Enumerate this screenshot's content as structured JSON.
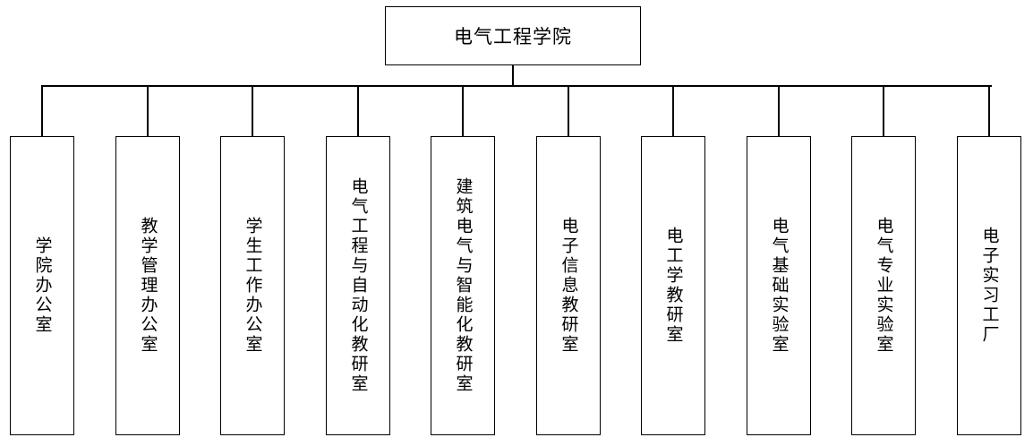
{
  "org": {
    "root": "电气工程学院",
    "children": [
      "学院办公室",
      "教学管理办公室",
      "学生工作办公室",
      "电气工程与自动化教研室",
      "建筑电气与智能化教研室",
      "电子信息教研室",
      "电工学教研室",
      "电气基础实验室",
      "电气专业实验室",
      "电子实习工厂"
    ]
  }
}
